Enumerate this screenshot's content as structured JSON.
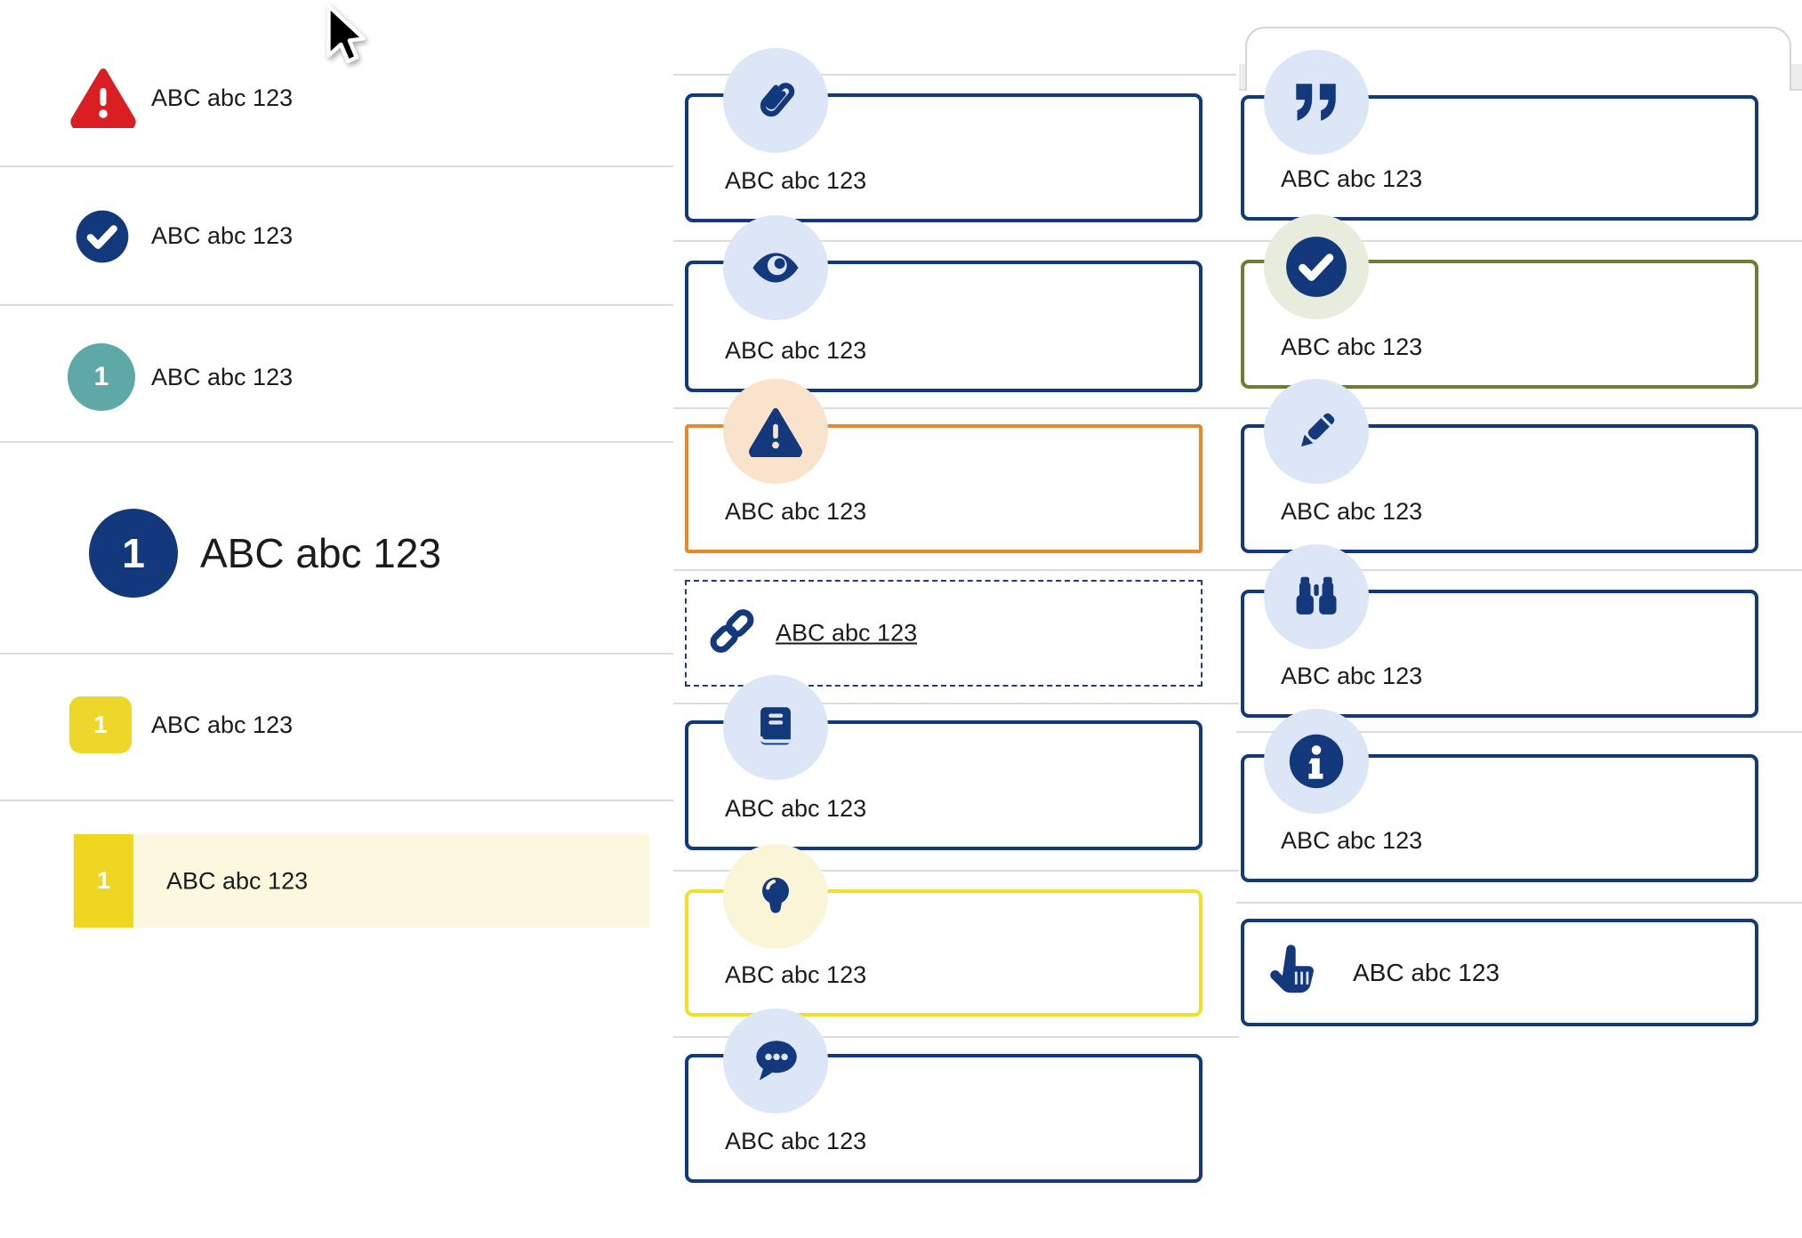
{
  "colors": {
    "navy": "#13387c",
    "red": "#da1f23",
    "teal": "#5fa8a8",
    "yellow_badge": "#eed72b",
    "yellow_border": "#f2df2a",
    "pale_yellow_highlight": "#fcf7df",
    "orange": "#e8872e",
    "olive": "#6e7d33",
    "light_blue_circle": "#dce6f6",
    "peach_circle": "#fae3cd",
    "pale_yellow_circle": "#faf5d7",
    "sage_circle": "#e8ecdc",
    "divider": "#dcdcdc",
    "text": "#1b1b1b"
  },
  "left_list": {
    "items": [
      {
        "icon": "warning-triangle",
        "label": "ABC abc 123"
      },
      {
        "icon": "check-circle",
        "label": "ABC abc 123"
      },
      {
        "icon": "teal-number-circle",
        "badge": "1",
        "label": "ABC abc 123"
      },
      {
        "icon": "navy-number-circle-large",
        "badge": "1",
        "label": "ABC abc 123"
      },
      {
        "icon": "yellow-number-square",
        "badge": "1",
        "label": "ABC abc 123"
      },
      {
        "icon": "yellow-number-bar",
        "badge": "1",
        "label": "ABC abc 123",
        "highlighted": true
      }
    ]
  },
  "middle_column": {
    "cards": [
      {
        "icon": "paperclip",
        "label": "ABC abc 123",
        "variant": "navy"
      },
      {
        "icon": "eye",
        "label": "ABC abc 123",
        "variant": "navy"
      },
      {
        "icon": "warning",
        "label": "ABC abc 123",
        "variant": "orange"
      },
      {
        "icon": "link",
        "label": "ABC abc 123",
        "variant": "dashed"
      },
      {
        "icon": "book",
        "label": "ABC abc 123",
        "variant": "navy"
      },
      {
        "icon": "lightbulb",
        "label": "ABC abc 123",
        "variant": "yellow"
      },
      {
        "icon": "chat",
        "label": "ABC abc 123",
        "variant": "navy"
      }
    ]
  },
  "right_column": {
    "cards": [
      {
        "icon": "quote",
        "label": "ABC abc 123",
        "variant": "navy"
      },
      {
        "icon": "check",
        "label": "ABC abc 123",
        "variant": "olive"
      },
      {
        "icon": "pencil",
        "label": "ABC abc 123",
        "variant": "navy"
      },
      {
        "icon": "binoculars",
        "label": "ABC abc 123",
        "variant": "navy"
      },
      {
        "icon": "info",
        "label": "ABC abc 123",
        "variant": "navy"
      },
      {
        "icon": "hand-pointer",
        "label": "ABC abc 123",
        "variant": "inline"
      }
    ]
  }
}
